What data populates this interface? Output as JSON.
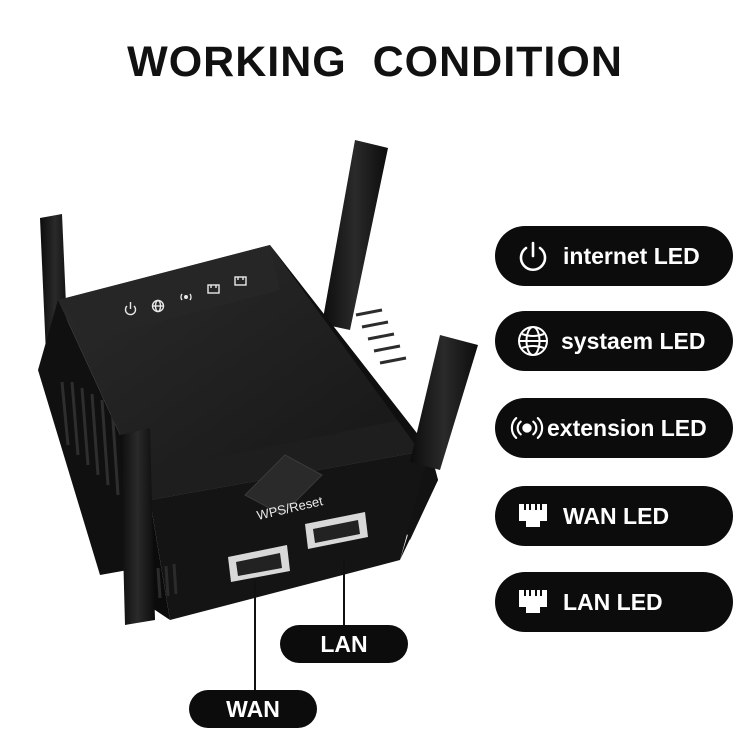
{
  "title": "WORKING  CONDITION",
  "device": {
    "button_label": "WPS/Reset",
    "indicator_icons": [
      "power-icon",
      "globe-icon",
      "wireless-icon",
      "ethernet-port-icon",
      "ethernet-port-icon"
    ]
  },
  "led_legend": [
    {
      "icon": "power-icon",
      "label": "internet LED"
    },
    {
      "icon": "globe-icon",
      "label": "systaem LED"
    },
    {
      "icon": "wireless-icon",
      "label": "extension LED"
    },
    {
      "icon": "ethernet-port-icon",
      "label": "WAN LED"
    },
    {
      "icon": "ethernet-port-icon",
      "label": "LAN LED"
    }
  ],
  "ports": {
    "lan_label": "LAN",
    "wan_label": "WAN"
  },
  "colors": {
    "pill_bg": "#0c0c0c",
    "device_body": "#1b1b1b",
    "text_light": "#ffffff"
  }
}
